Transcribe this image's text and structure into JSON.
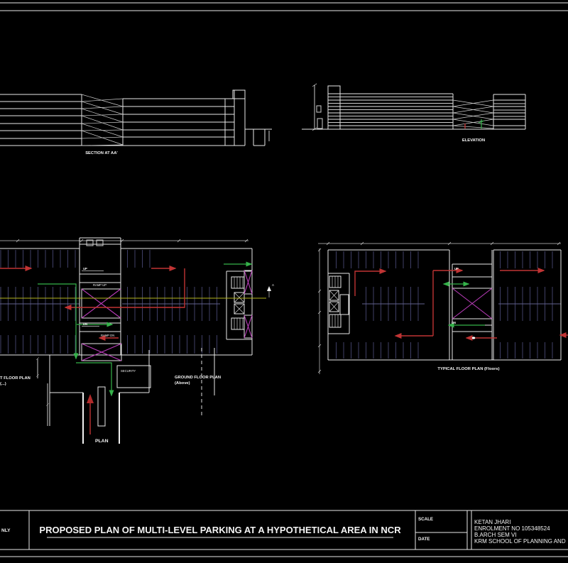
{
  "colors": {
    "background": "#000000",
    "line_white": "#e9e9e9",
    "parking_tick": "#3f3f66",
    "aisle_line": "#62628e",
    "arrow_red": "#c03434",
    "arrow_green": "#35b24a",
    "ramp_magenta": "#b83cb8",
    "section_line_yellow": "#b5b520"
  },
  "section": {
    "label": "SECTION AT AA'"
  },
  "elevation": {
    "label": "ELEVATION"
  },
  "ground_plan": {
    "title": "GROUND FLOOR PLAN",
    "subtitle": "(Above)",
    "up_label": "UP",
    "ramp_up_label": "RAMP UP",
    "dn_label": "DN",
    "ramp_dn_label": "RAMP DN",
    "section_arrow_label": "A"
  },
  "cut_plan": {
    "title": "T FLOOR PLAN",
    "subtitle": "(...)"
  },
  "typical_plan": {
    "title": "TYPICAL FLOOR PLAN (Floors)",
    "up_label": "UP",
    "dn_label": "DN"
  },
  "entry": {
    "plan_label": "PLAN",
    "booth_label": "SECURITY"
  },
  "title_block": {
    "left_text": "NLY",
    "title": "PROPOSED PLAN OF MULTI-LEVEL PARKING AT A HYPOTHETICAL AREA IN NCR",
    "scale_label": "SCALE",
    "date_label": "DATE",
    "author_lines": [
      "KETAN JHARI",
      "ENROLMENT NO 105348524",
      "B.ARCH SEM VI",
      "KRM SCHOOL OF PLANNING AND"
    ]
  }
}
